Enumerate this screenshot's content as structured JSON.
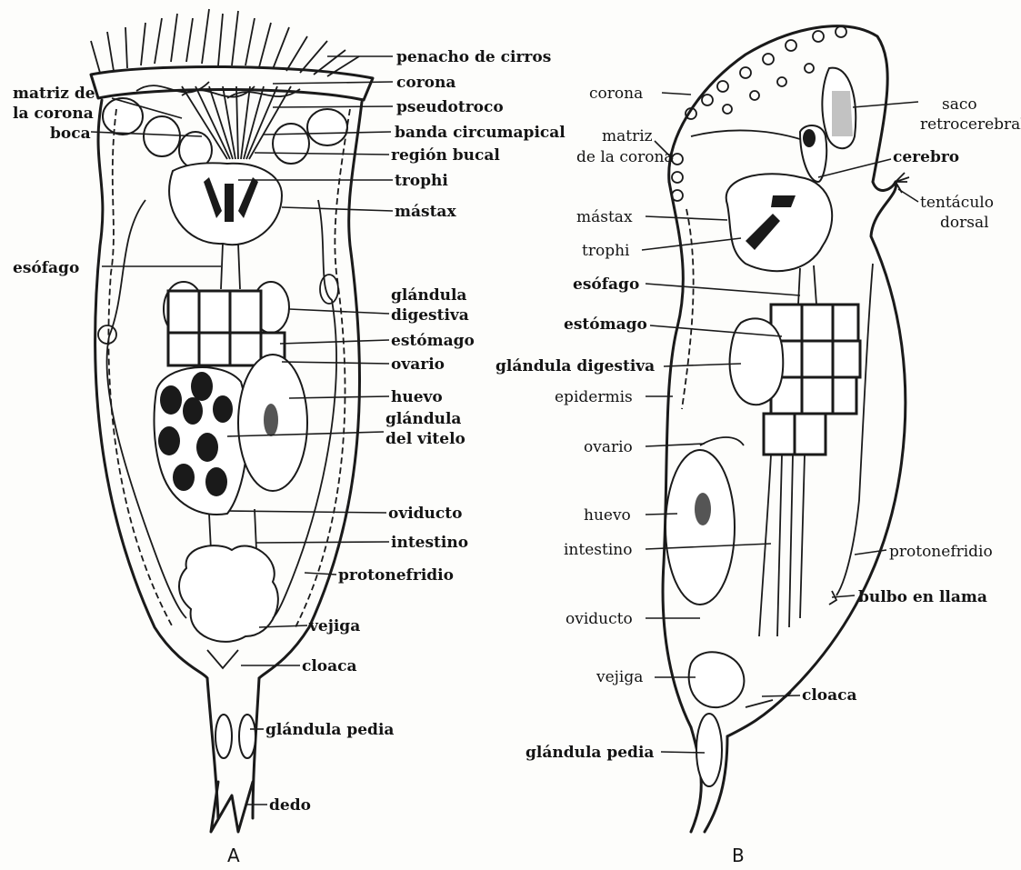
{
  "figure_a": {
    "panel_label": "A",
    "labels": {
      "penacho_de_cirros": "penacho de cirros",
      "corona": "corona",
      "matriz_line1": "matriz de",
      "matriz_line2": "la corona",
      "pseudotroco": "pseudotroco",
      "boca": "boca",
      "banda_circumapical": "banda circumapical",
      "region_bucal": "región bucal",
      "trophi": "trophi",
      "mastax": "mástax",
      "esofago": "esófago",
      "glandula_digestiva_line1": "glándula",
      "glandula_digestiva_line2": "digestiva",
      "estomago": "estómago",
      "ovario": "ovario",
      "huevo": "huevo",
      "glandula_vitelo_line1": "glándula",
      "glandula_vitelo_line2": "del vitelo",
      "oviducto": "oviducto",
      "intestino": "intestino",
      "protonefridio": "protonefridio",
      "vejiga": "vejiga",
      "cloaca": "cloaca",
      "glandula_pedia": "glándula pedia",
      "dedo": "dedo"
    }
  },
  "figure_b": {
    "panel_label": "B",
    "labels": {
      "corona": "corona",
      "saco_line1": "saco",
      "saco_line2": "retrocerebral",
      "matriz_line1": "matriz",
      "matriz_line2": "de la corona",
      "cerebro": "cerebro",
      "tentaculo_line1": "tentáculo",
      "tentaculo_line2": "dorsal",
      "mastax": "mástax",
      "trophi": "trophi",
      "esofago": "esófago",
      "estomago": "estómago",
      "glandula_digestiva": "glándula digestiva",
      "epidermis": "epidermis",
      "ovario": "ovario",
      "huevo": "huevo",
      "intestino": "intestino",
      "protonefridio": "protonefridio",
      "bulbo_en_llama": "bulbo en llama",
      "oviducto": "oviducto",
      "vejiga": "vejiga",
      "cloaca": "cloaca",
      "glandula_pedia": "glándula pedia"
    }
  }
}
